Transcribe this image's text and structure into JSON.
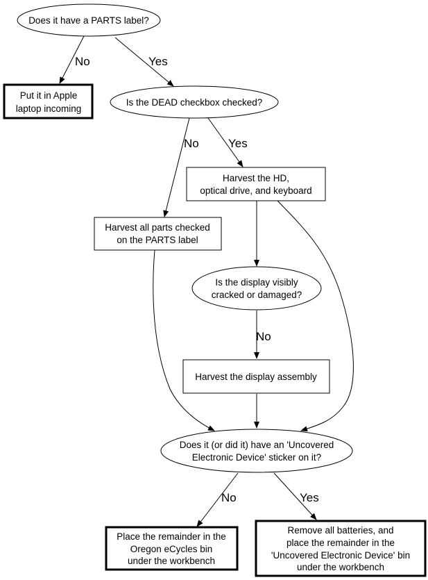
{
  "diagram": {
    "nodes": {
      "q_parts_label": {
        "shape": "ellipse",
        "lines": [
          "Does it have a PARTS label?"
        ]
      },
      "apple_incoming": {
        "shape": "box-bold",
        "lines": [
          "Put it in Apple",
          "laptop incoming"
        ]
      },
      "q_dead_checked": {
        "shape": "ellipse",
        "lines": [
          "Is the DEAD checkbox checked?"
        ]
      },
      "harvest_hd": {
        "shape": "box",
        "lines": [
          "Harvest the HD,",
          "optical drive, and keyboard"
        ]
      },
      "harvest_checked": {
        "shape": "box",
        "lines": [
          "Harvest all parts checked",
          "on the PARTS label"
        ]
      },
      "q_display_cracked": {
        "shape": "ellipse",
        "lines": [
          "Is the display visibly",
          "cracked or damaged?"
        ]
      },
      "harvest_display": {
        "shape": "box",
        "lines": [
          "Harvest the display assembly"
        ]
      },
      "q_sticker": {
        "shape": "ellipse",
        "lines": [
          "Does it (or did it) have an 'Uncovered",
          "Electronic Device' sticker on it?"
        ]
      },
      "ecycles_bin": {
        "shape": "box-bold",
        "lines": [
          "Place the remainder in the",
          "Oregon eCycles bin",
          "under the workbench"
        ]
      },
      "ued_bin": {
        "shape": "box-bold",
        "lines": [
          "Remove all batteries, and",
          "place the remainder in the",
          "'Uncovered Electronic Device' bin",
          "under the workbench"
        ]
      }
    },
    "edges": [
      {
        "from": "q_parts_label",
        "to": "apple_incoming",
        "label": "No"
      },
      {
        "from": "q_parts_label",
        "to": "q_dead_checked",
        "label": "Yes"
      },
      {
        "from": "q_dead_checked",
        "to": "harvest_checked",
        "label": "No"
      },
      {
        "from": "q_dead_checked",
        "to": "harvest_hd",
        "label": "Yes"
      },
      {
        "from": "harvest_hd",
        "to": "q_display_cracked",
        "label": ""
      },
      {
        "from": "harvest_hd",
        "to": "q_sticker",
        "label": ""
      },
      {
        "from": "harvest_checked",
        "to": "q_sticker",
        "label": ""
      },
      {
        "from": "q_display_cracked",
        "to": "harvest_display",
        "label": "No"
      },
      {
        "from": "harvest_display",
        "to": "q_sticker",
        "label": ""
      },
      {
        "from": "q_sticker",
        "to": "ecycles_bin",
        "label": "No"
      },
      {
        "from": "q_sticker",
        "to": "ued_bin",
        "label": "Yes"
      }
    ]
  }
}
